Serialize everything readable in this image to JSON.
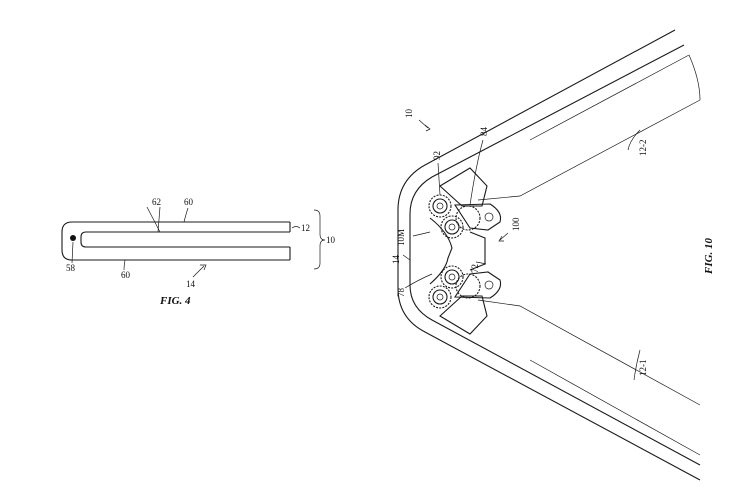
{
  "fig4": {
    "caption": "FIG. 4",
    "labels": {
      "l62": "62",
      "l60a": "60",
      "l12": "12",
      "l10": "10",
      "l58": "58",
      "l60b": "60",
      "l14": "14"
    }
  },
  "fig10": {
    "caption": "FIG. 10",
    "labels": {
      "l10": "10",
      "l92": "92",
      "l84": "84",
      "l122": "12-2",
      "l10m": "10M",
      "l100": "100",
      "l14": "14",
      "l72": "72",
      "l78": "78",
      "l121": "12-1"
    }
  }
}
